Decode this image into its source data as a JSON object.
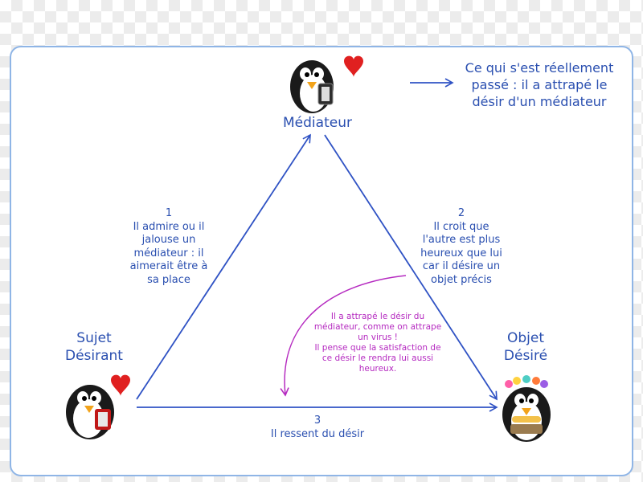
{
  "nodes": {
    "mediateur": "Médiateur",
    "sujet_line1": "Sujet",
    "sujet_line2": "Désirant",
    "objet_line1": "Objet",
    "objet_line2": "Désiré"
  },
  "edges": {
    "edge1": {
      "number": "1",
      "text": [
        "Il admire ou il",
        "jalouse un",
        "médiateur : il",
        "aimerait être à",
        "sa place"
      ]
    },
    "edge2": {
      "number": "2",
      "text": [
        "Il croit que",
        "l'autre est plus",
        "heureux que lui",
        "car il désire un",
        "objet précis"
      ]
    },
    "edge3": {
      "number": "3",
      "text": [
        "Il ressent du désir"
      ]
    }
  },
  "note": {
    "lines": [
      "Ce qui s'est réellement",
      "passé : il a attrapé le",
      "désir d'un médiateur"
    ]
  },
  "virus_note": {
    "lines": [
      "Il a attrapé le désir du",
      "médiateur, comme on attrape",
      "un virus !",
      "Il pense que la satisfaction de",
      "ce désir le rendra lui aussi",
      "heureux."
    ]
  },
  "colors": {
    "arrow_blue": "#2f52c4",
    "text_blue": "#2a4fb0",
    "virus_pink": "#b52ac0",
    "heart_red": "#e02020",
    "panel_border": "#8fb5e6"
  },
  "icons": {
    "mediateur": "penguin-with-heart-and-book",
    "sujet": "penguin-with-heart-and-book",
    "objet": "penguin-with-flower-crown"
  }
}
